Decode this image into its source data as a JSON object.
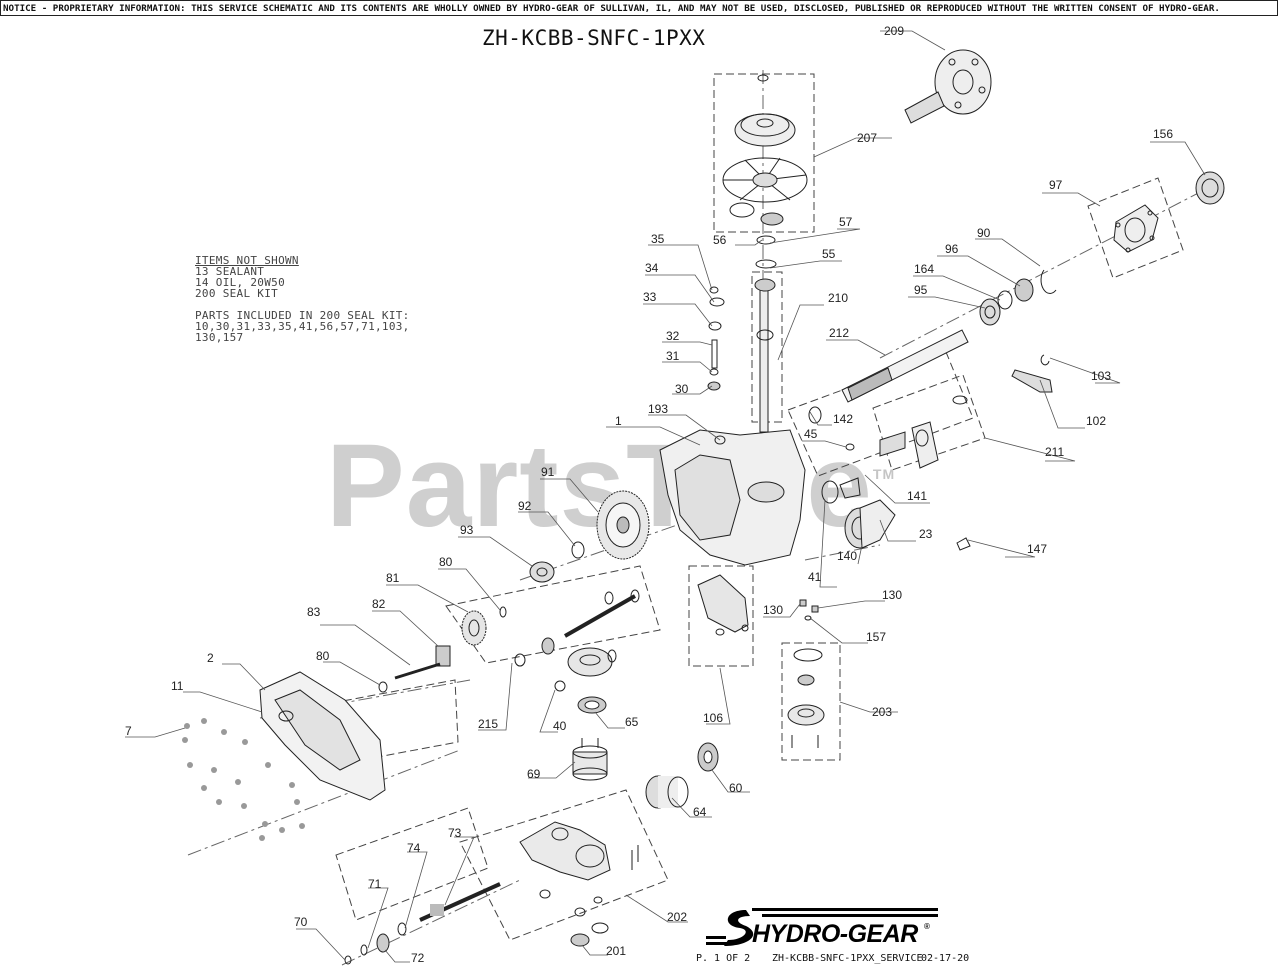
{
  "notice": "NOTICE - PROPRIETARY INFORMATION: THIS SERVICE SCHEMATIC AND ITS CONTENTS ARE WHOLLY OWNED BY HYDRO-GEAR OF SULLIVAN, IL, AND MAY NOT BE USED, DISCLOSED, PUBLISHED OR REPRODUCED WITHOUT THE WRITTEN CONSENT OF HYDRO-GEAR.",
  "title": "ZH-KCBB-SNFC-1PXX",
  "watermark": "PartsTree",
  "watermark_tm": "TM",
  "notes": {
    "not_shown_heading": "ITEMS NOT SHOWN",
    "not_shown": [
      "13 SEALANT",
      "14 OIL, 20W50",
      "200 SEAL KIT"
    ],
    "seal_kit_heading": "PARTS INCLUDED IN 200 SEAL KIT:",
    "seal_kit_lines": [
      "10,30,31,33,35,41,56,57,71,103,",
      "130,157"
    ]
  },
  "brand": {
    "name": "HYDRO-GEAR",
    "mark": "®"
  },
  "footer": {
    "page": "P. 1 OF 2",
    "doc": "ZH-KCBB-SNFC-1PXX_SERVICE",
    "date": "02-17-20"
  },
  "callouts": [
    "209",
    "207",
    "156",
    "97",
    "57",
    "56",
    "35",
    "55",
    "90",
    "34",
    "96",
    "164",
    "33",
    "95",
    "210",
    "212",
    "32",
    "31",
    "103",
    "30",
    "193",
    "1",
    "142",
    "102",
    "45",
    "211",
    "91",
    "141",
    "23",
    "92",
    "93",
    "140",
    "147",
    "80",
    "41",
    "81",
    "130",
    "130",
    "82",
    "157",
    "83",
    "80",
    "2",
    "11",
    "203",
    "215",
    "40",
    "65",
    "106",
    "7",
    "69",
    "60",
    "64",
    "73",
    "74",
    "202",
    "71",
    "70",
    "201",
    "72"
  ],
  "colors": {
    "ink": "#111111",
    "watermark": "#c7c7c7",
    "leader": "#555555"
  }
}
